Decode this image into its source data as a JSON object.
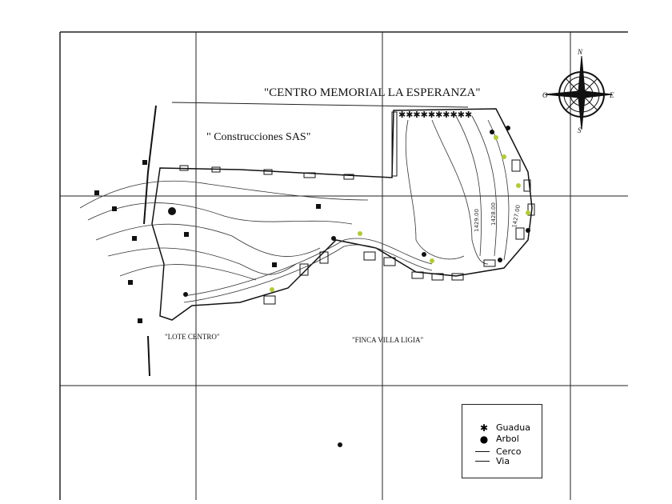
{
  "map": {
    "title": "\"CENTRO MEMORIAL LA ESPERANZA\"",
    "subtitle": "\" Construcciones SAS\"",
    "neighbors": [
      "\"LOTE CENTRO\"",
      "\"FINCA VILLA LIGIA\""
    ],
    "contour_labels": [
      "1429.00",
      "1428.00",
      "1427.00"
    ],
    "compass": {
      "n": "N",
      "s": "S",
      "e": "E",
      "w": "O"
    },
    "colors": {
      "lines": "#111111",
      "vegetation": "#b5c93a"
    }
  },
  "legend": {
    "items": [
      {
        "icon": "asterisk-icon",
        "label": "Guadua"
      },
      {
        "icon": "dot-icon",
        "label": "Arbol"
      },
      {
        "icon": "line-icon",
        "label": "Cerco"
      },
      {
        "icon": "line-icon",
        "label": "Via"
      }
    ]
  }
}
